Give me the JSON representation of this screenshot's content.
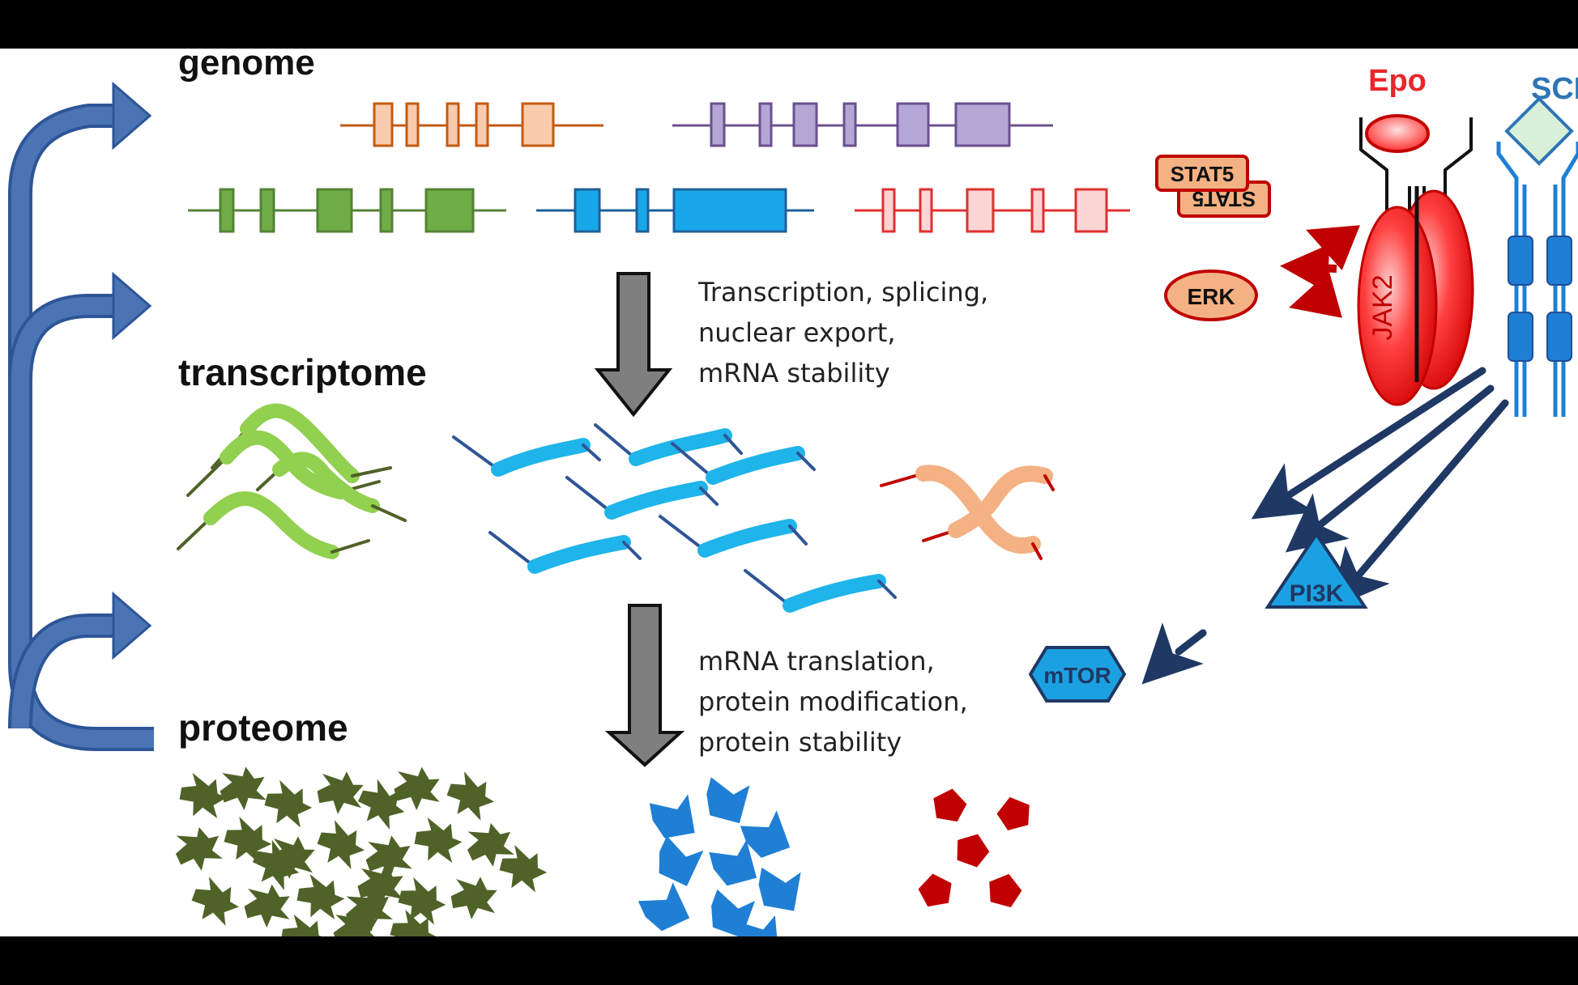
{
  "levels": {
    "genome": "genome",
    "transcriptome": "transcriptome",
    "proteome": "proteome"
  },
  "steps": {
    "transcription": [
      "Transcription, splicing,",
      "nuclear export,",
      "mRNA stability"
    ],
    "translation": [
      "mRNA translation,",
      "protein modification,",
      "protein stability"
    ]
  },
  "signaling": {
    "epo": "Epo",
    "scf": "SCF",
    "jak2": "JAK2",
    "stat5_front": "STAT5",
    "stat5_back": "STAT5",
    "erk": "ERK",
    "pi3k": "PI3K",
    "mtor": "mTOR"
  },
  "colors": {
    "feedback_arrow": "#4a74b4",
    "process_arrow": "#7f7f7f",
    "epo_red": "#e8262a",
    "scf_blue": "#2e75b6",
    "navy_arrow": "#1f3864",
    "dark_red_arrow": "#c00000",
    "gene_orange": "#c55a11",
    "gene_purple": "#6b4f8e",
    "gene_green": "#548235",
    "gene_blue": "#1c9cd8",
    "gene_red": "#e03030",
    "protein_green": "#4f6228",
    "protein_blue": "#1f7fd4",
    "protein_red": "#c00000"
  }
}
